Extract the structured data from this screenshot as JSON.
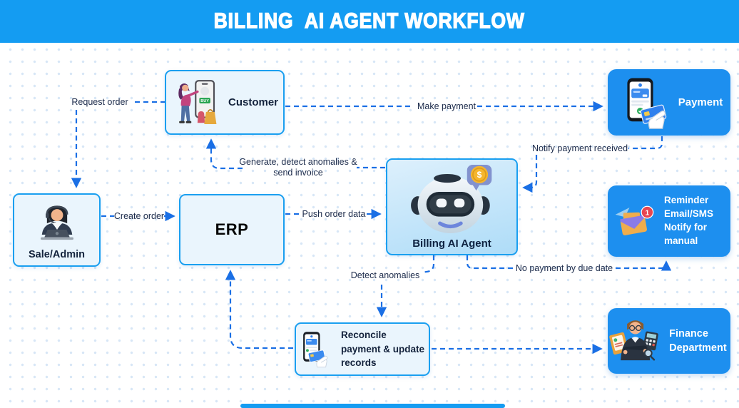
{
  "header": {
    "title": "BILLING  AI AGENT WORKFLOW"
  },
  "nodes": {
    "customer": {
      "label": "Customer",
      "icon": "customer-shopping-illustration"
    },
    "payment": {
      "label": "Payment",
      "icon": "phone-card-payment-illustration"
    },
    "sale_admin": {
      "label": "Sale/Admin",
      "icon": "support-agent-illustration"
    },
    "erp": {
      "label": "ERP"
    },
    "billing_agent": {
      "label": "Billing AI Agent",
      "icon": "robot-dollar-illustration"
    },
    "reminder": {
      "label": "Reminder Email/SMS Notify for manual",
      "icon": "email-reminder-illustration"
    },
    "reconcile": {
      "label": "Reconcile payment & update records",
      "icon": "phone-card-reconcile-illustration"
    },
    "finance": {
      "label": "Finance Department",
      "icon": "accountant-illustration"
    }
  },
  "edge_labels": {
    "request_order": "Request order",
    "create_order": "Create order",
    "push_order_data": "Push order data",
    "generate_invoice": "Generate, detect anomalies & send invoice",
    "make_payment": "Make payment",
    "notify_payment": "Notify payment received",
    "no_payment": "No payment by due date",
    "detect_anomalies": "Detect anomalies"
  },
  "illustration_text": {
    "buy": "BUY",
    "dollar": "$",
    "badge_count": "1"
  },
  "colors": {
    "header_bg": "#149CF2",
    "node_border": "#1A9FF0",
    "node_light_bg": "#EAF5FD",
    "node_solid_bg": "#1D8FEF",
    "connector": "#1A6FE5",
    "label_text": "#1B2A4A",
    "background_dot": "#D7E6F6"
  }
}
